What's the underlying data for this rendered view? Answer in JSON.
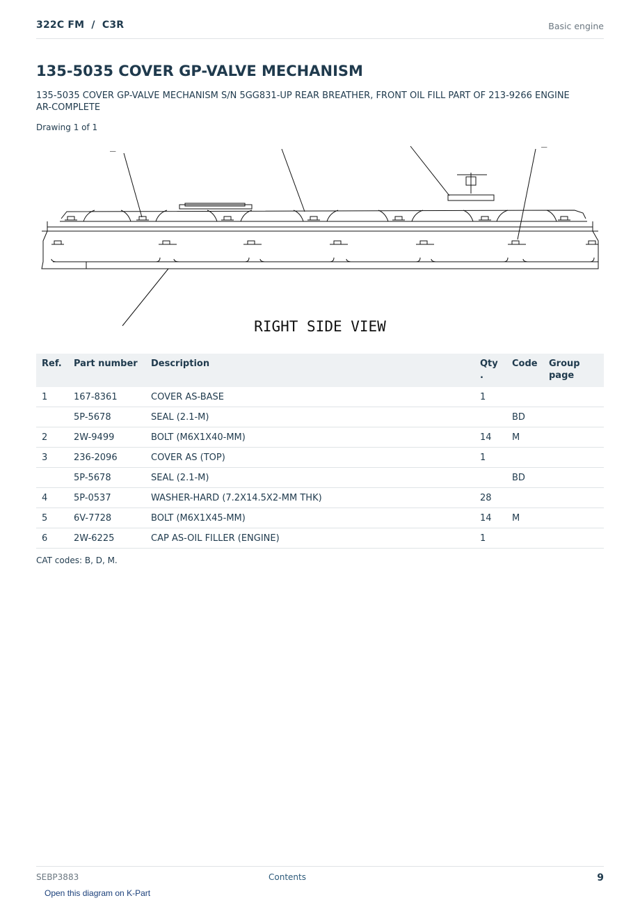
{
  "header": {
    "model": "322C FM  /  C3R",
    "section": "Basic engine"
  },
  "title": "135-5035 COVER GP-VALVE MECHANISM",
  "subtitle": "135-5035 COVER GP-VALVE MECHANISM S/N 5GG831-UP REAR BREATHER, FRONT OIL FILL PART OF 213-9266 ENGINE AR-COMPLETE",
  "drawing": {
    "count_label": "Drawing 1 of 1",
    "view_label": "RIGHT SIDE VIEW",
    "callout_marks": [
      "_",
      "_"
    ]
  },
  "table": {
    "headers": {
      "ref": "Ref.",
      "part_number": "Part number",
      "description": "Description",
      "qty": "Qty\n.",
      "code": "Code",
      "group_page": "Group page"
    },
    "rows": [
      {
        "ref": "1",
        "part_number": "167-8361",
        "description": "COVER AS-BASE",
        "qty": "1",
        "code": "",
        "group_page": ""
      },
      {
        "ref": "",
        "part_number": "5P-5678",
        "description": "SEAL (2.1-M)",
        "qty": "",
        "code": "BD",
        "group_page": ""
      },
      {
        "ref": "2",
        "part_number": "2W-9499",
        "description": "BOLT (M6X1X40-MM)",
        "qty": "14",
        "code": "M",
        "group_page": ""
      },
      {
        "ref": "3",
        "part_number": "236-2096",
        "description": "COVER AS (TOP)",
        "qty": "1",
        "code": "",
        "group_page": ""
      },
      {
        "ref": "",
        "part_number": "5P-5678",
        "description": "SEAL (2.1-M)",
        "qty": "",
        "code": "BD",
        "group_page": ""
      },
      {
        "ref": "4",
        "part_number": "5P-0537",
        "description": "WASHER-HARD (7.2X14.5X2-MM THK)",
        "qty": "28",
        "code": "",
        "group_page": ""
      },
      {
        "ref": "5",
        "part_number": "6V-7728",
        "description": "BOLT (M6X1X45-MM)",
        "qty": "14",
        "code": "M",
        "group_page": ""
      },
      {
        "ref": "6",
        "part_number": "2W-6225",
        "description": "CAP AS-OIL FILLER (ENGINE)",
        "qty": "1",
        "code": "",
        "group_page": ""
      }
    ]
  },
  "cat_codes": "CAT codes: B, D, M.",
  "footer": {
    "doc_number": "SEBP3883",
    "contents_link": "Contents",
    "page_number": "9"
  },
  "kpart_link": "Open this diagram on K-Part"
}
